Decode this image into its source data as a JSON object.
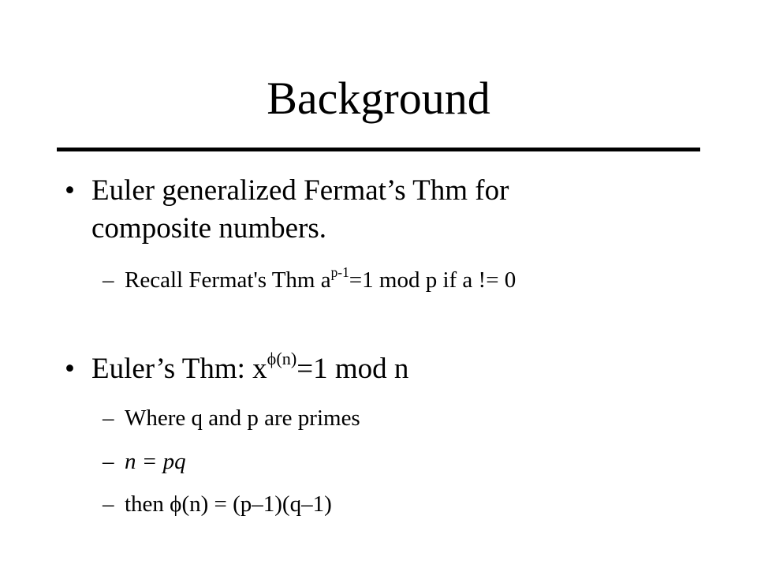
{
  "title": "Background",
  "bullets": [
    {
      "lines": [
        "Euler generalized Fermat’s Thm for",
        "composite numbers."
      ],
      "sub": {
        "pre": "Recall Fermat's Thm a",
        "sup": "p-1",
        "post": "=1 mod p if a != 0"
      }
    },
    {
      "pre": "Euler’s Thm: x",
      "sup": "ϕ(n)",
      "post": "=1 mod n",
      "subs": [
        "Where q and p are primes",
        "n = pq",
        "then ϕ(n) = (p–1)(q–1)"
      ]
    }
  ],
  "bullet_glyph": "•",
  "dash_glyph": "–"
}
